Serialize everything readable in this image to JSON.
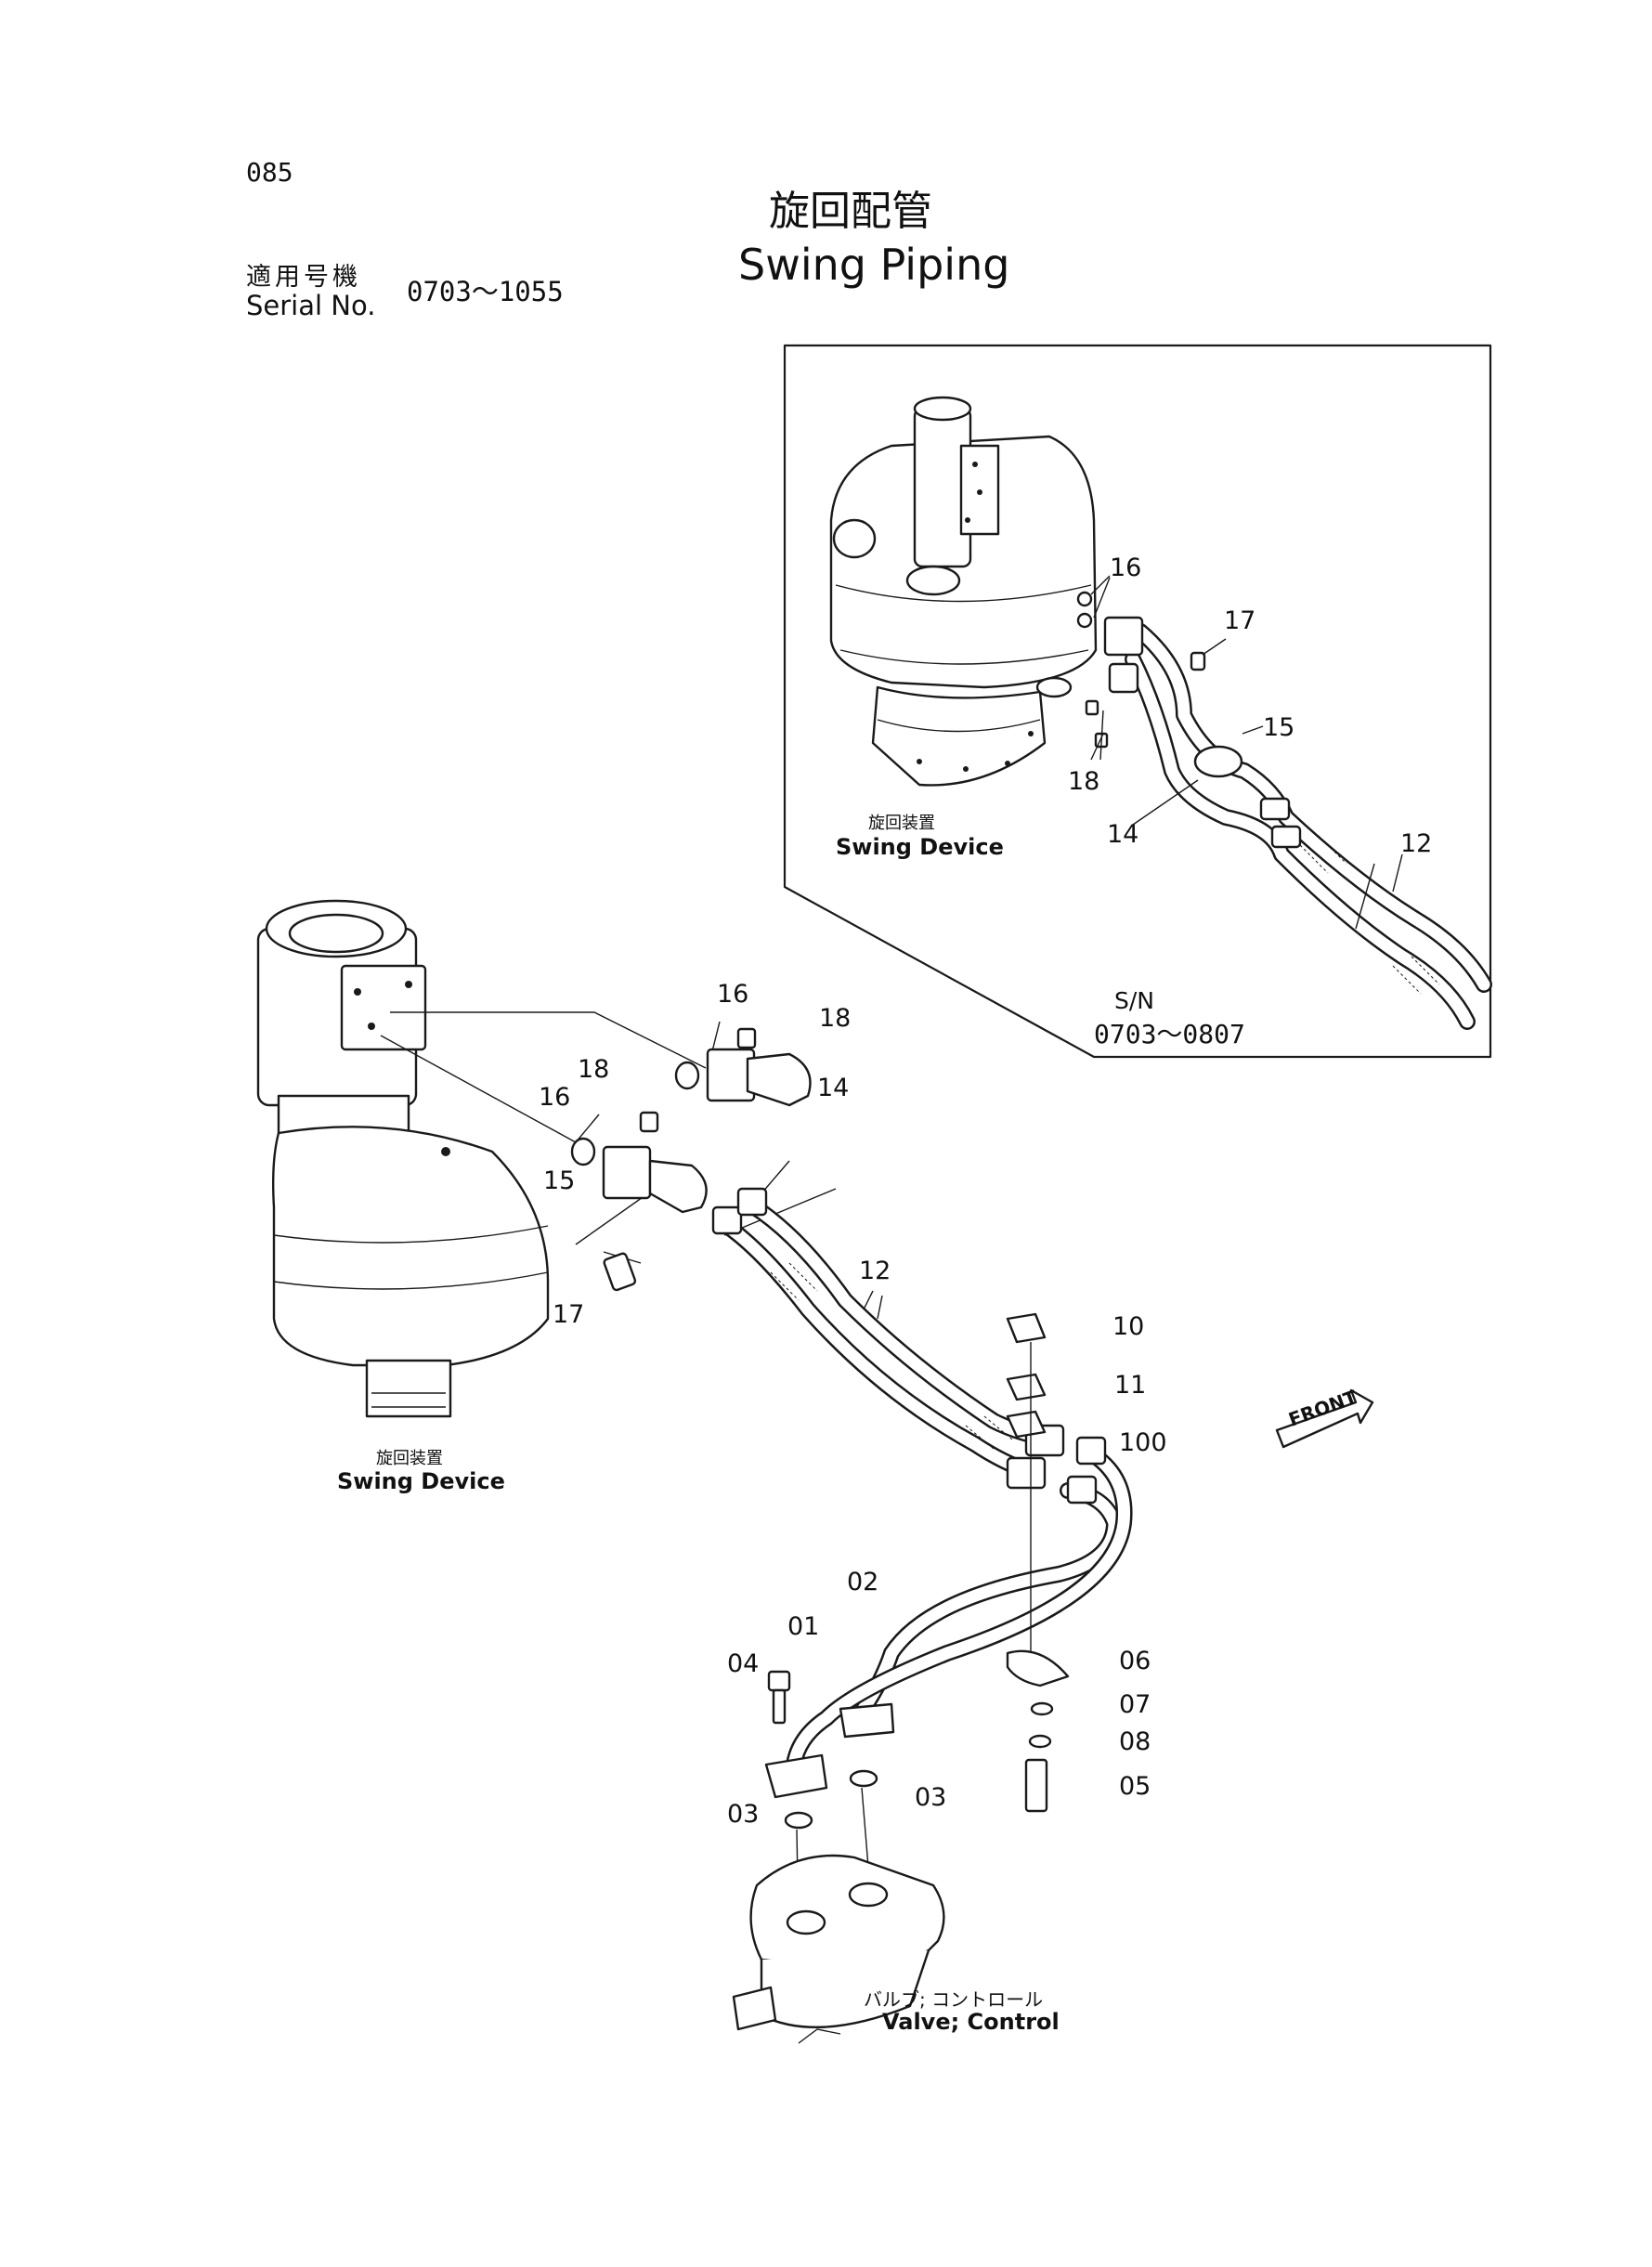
{
  "page": {
    "number": "085",
    "title_jp": "旋回配管",
    "title_en": "Swing Piping"
  },
  "serial": {
    "label_jp": "適用号機",
    "label_en": "Serial No.",
    "value": "0703～1055"
  },
  "inset": {
    "sn_label": "S/N",
    "sn_value": "0703～0807",
    "device_label_jp": "旋回装置",
    "device_label_en": "Swing Device"
  },
  "main": {
    "device_label_jp": "旋回装置",
    "device_label_en": "Swing Device",
    "valve_label_jp": "バルブ; コントロール",
    "valve_label_en": "Valve; Control",
    "front_label": "FRONT"
  },
  "callouts": {
    "inset_16": "16",
    "inset_17": "17",
    "inset_15": "15",
    "inset_18": "18",
    "inset_14": "14",
    "inset_12": "12",
    "m_16a": "16",
    "m_18a": "18",
    "m_14": "14",
    "m_18b": "18",
    "m_16b": "16",
    "m_15": "15",
    "m_17": "17",
    "m_12": "12",
    "m_10": "10",
    "m_11": "11",
    "m_100": "100",
    "m_02": "02",
    "m_01": "01",
    "m_04": "04",
    "m_06": "06",
    "m_07": "07",
    "m_08": "08",
    "m_05": "05",
    "m_03a": "03",
    "m_03b": "03"
  }
}
